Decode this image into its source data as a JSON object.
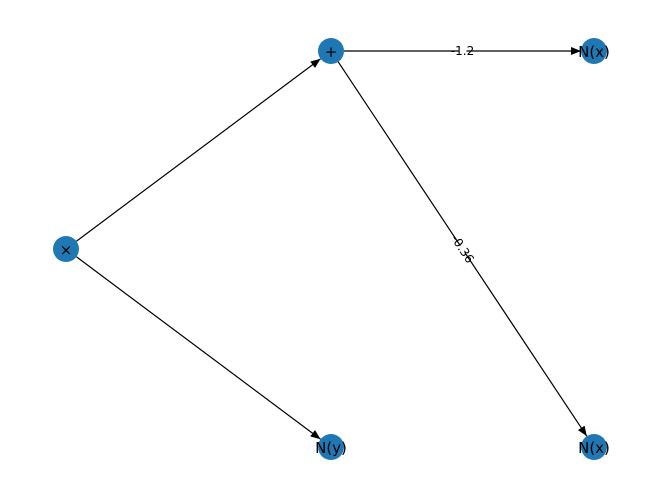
{
  "nodes": [
    {
      "id": "mul",
      "label": "×"
    },
    {
      "id": "add",
      "label": "+"
    },
    {
      "id": "nx1",
      "label": "N(x)"
    },
    {
      "id": "nx2",
      "label": "N(x)"
    },
    {
      "id": "ny",
      "label": "N(y)"
    }
  ],
  "edges": [
    {
      "from": "mul",
      "to": "add",
      "label": ""
    },
    {
      "from": "mul",
      "to": "ny",
      "label": ""
    },
    {
      "from": "add",
      "to": "nx1",
      "label": "-1.2"
    },
    {
      "from": "add",
      "to": "nx2",
      "label": "-0.36"
    }
  ],
  "colors": {
    "node": "#1f77b4",
    "edge": "#000000",
    "background": "#ffffff"
  }
}
